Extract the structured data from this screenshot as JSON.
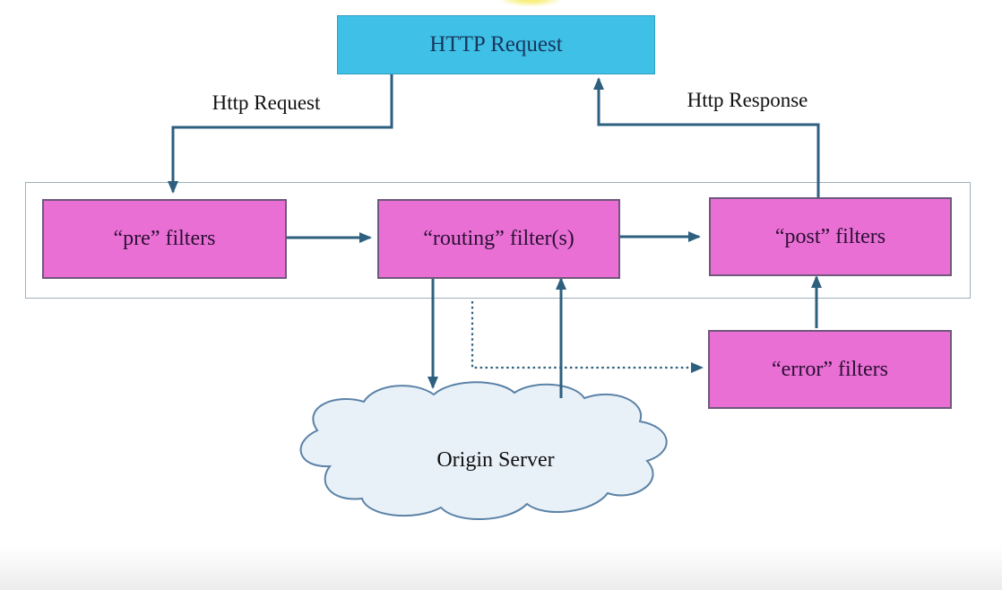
{
  "nodes": {
    "http_request": {
      "label": "HTTP Request"
    },
    "pre": {
      "label": "“pre” filters"
    },
    "routing": {
      "label": "“routing” filter(s)"
    },
    "post": {
      "label": "“post” filters"
    },
    "error": {
      "label": "“error” filters"
    },
    "origin": {
      "label": "Origin Server"
    }
  },
  "edge_labels": {
    "request": "Http Request",
    "response": "Http Response"
  },
  "colors": {
    "http_box_fill": "#3fc0e6",
    "http_box_text": "#17375e",
    "filter_box_fill": "#e96fd5",
    "filter_box_border": "#70587c",
    "filter_box_text": "#2b1033",
    "arrow": "#2d5f7f",
    "container_border": "#9fb0bf",
    "cloud_fill": "#e9f1f8",
    "cloud_stroke": "#5b82a7",
    "label_text": "#111111",
    "highlight": "#f7ef7c"
  }
}
